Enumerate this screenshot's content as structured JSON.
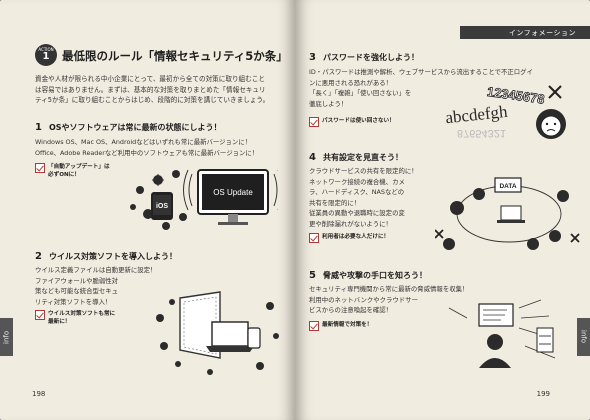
{
  "left_page": {
    "action_badge": {
      "label": "ACTION",
      "number": "1"
    },
    "title": "最低限のルール「情報セキュリティ5か条」",
    "intro": [
      "資金や人材が限られる中小企業にとって、最初から全ての対策に取り組むこと",
      "は容易ではありません。まずは、基本的な対策を取りまとめた「情報セキュリ",
      "ティ5か条」に取り組むことからはじめ、段階的に対策を講じていきましょう。"
    ],
    "section1": {
      "number": "1",
      "heading": "OSやソフトウェアは常に最新の状態にしよう！",
      "body": [
        "Windows OS、Mac OS、Androidなどはいずれも常に最新バージョンに！",
        "Office、Adobe Readerなど利用中のソフトウェアも常に最新バージョンに！"
      ],
      "note": [
        "「自動アップデート」は",
        "必ずONに！"
      ],
      "illustration": {
        "ios_label": "iOS",
        "monitor_label": "OS Update"
      }
    },
    "section2": {
      "number": "2",
      "heading": "ウイルス対策ソフトを導入しよう！",
      "body": [
        "ウイルス定義ファイルは自動更新に設定！",
        "ファイアウォールや脆弱性対",
        "策なども可能な統合型セキュ",
        "リティ対策ソフトを導入！"
      ],
      "note": [
        "ウイルス対策ソフトも常に",
        "最新に！"
      ]
    },
    "side_tab": "info",
    "page_number": "198"
  },
  "right_page": {
    "header_tag": "インフォメーション",
    "section3": {
      "number": "3",
      "heading": "パスワードを強化しよう！",
      "body": [
        "ID・パスワードは推測や解析、ウェブサービスから流出することで不正ログイ",
        "ンに悪用される恐れがある！",
        "「長く」「複雑」「使い回さない」を",
        "徹底しよう！"
      ],
      "note": [
        "パスワードは使い回さない！"
      ],
      "illustration": {
        "digits": "12345678",
        "letters": "abcdefgh",
        "mirrored": "87654321"
      }
    },
    "section4": {
      "number": "4",
      "heading": "共有設定を見直そう！",
      "body": [
        "クラウドサービスの共有を限定的に！",
        "ネットワーク接続の複合機、カメ",
        "ラ、ハードディスク、NASなどの",
        "共有を限定的に！",
        "従業員の異動や退職時に設定の変",
        "更や削除漏れがないように！"
      ],
      "note": [
        "利用者は必要な人だけに！"
      ],
      "illustration": {
        "data_label": "DATA"
      }
    },
    "section5": {
      "number": "5",
      "heading": "脅威や攻撃の手口を知ろう！",
      "body": [
        "セキュリティ専門機関から常に最新の脅威情報を収集！",
        "利用中のネットバンクやクラウドサー",
        "ビスからの注意喚起を確認！"
      ],
      "note": [
        "最新情報で対策を！"
      ]
    },
    "side_tab": "info",
    "page_number": "199"
  }
}
